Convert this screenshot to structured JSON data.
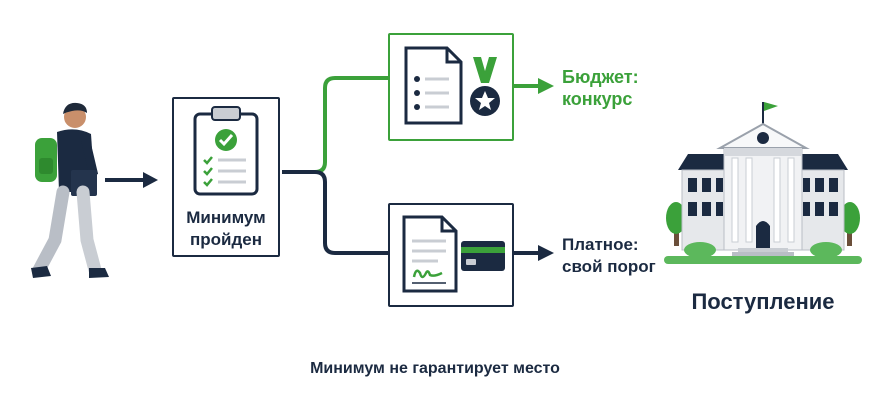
{
  "stage": {
    "label_line1": "Минимум",
    "label_line2": "пройден"
  },
  "branches": {
    "budget": {
      "line1": "Бюджет:",
      "line2": "конкурс"
    },
    "paid": {
      "line1": "Платное:",
      "line2": "свой порог"
    }
  },
  "destination": {
    "label": "Поступление"
  },
  "caption": "Минимум не гарантирует место",
  "colors": {
    "navy": "#1b2a41",
    "green": "#3ba13a",
    "light_green": "#5cb85c",
    "gray": "#c9cdd3"
  },
  "icons": [
    "student-icon",
    "clipboard-check-icon",
    "document-medal-icon",
    "document-signature-icon",
    "credit-card-icon",
    "university-building-icon"
  ]
}
